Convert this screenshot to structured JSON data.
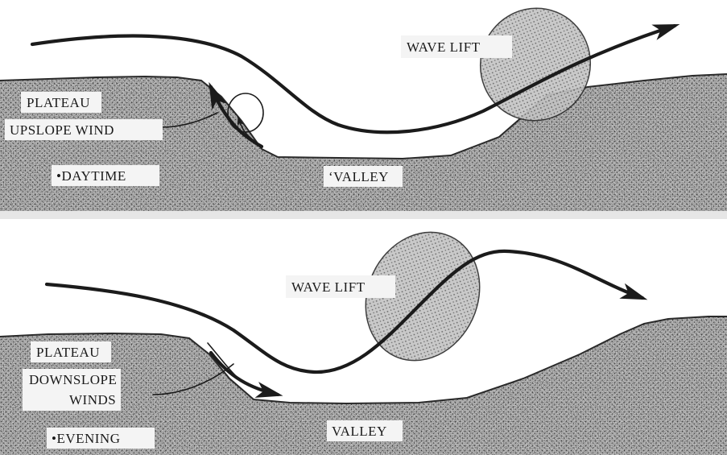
{
  "panels": [
    {
      "wave_lift_label": "WAVE LIFT",
      "plateau_label": "PLATEAU",
      "slope_wind_label": "UPSLOPE WIND",
      "time_label": "•DAYTIME",
      "valley_label": "‘VALLEY"
    },
    {
      "wave_lift_label": "WAVE LIFT",
      "plateau_label": "PLATEAU",
      "slope_wind_label_line1": "DOWNSLOPE",
      "slope_wind_label_line2": "WINDS",
      "time_label": "•EVENING",
      "valley_label": "VALLEY"
    }
  ],
  "colors": {
    "ink": "#1b1b1b",
    "ground": "#c9c9c9",
    "lift_zone": "#bdbdbd"
  }
}
